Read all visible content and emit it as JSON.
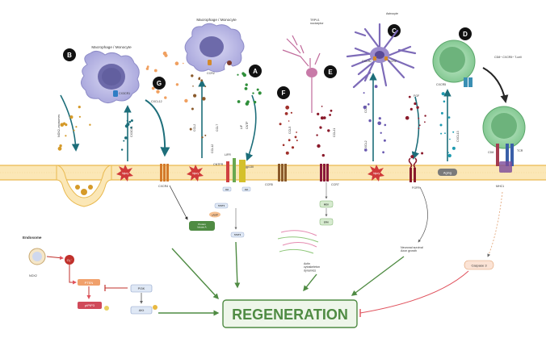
{
  "cells": {
    "macrophage_left": "Macrophage / Monocyte",
    "macrophage_top": "Macrophage / Monocyte",
    "trpv1": "TRPV1\nnociceptor",
    "astrocyte": "Astrocyte",
    "tcell": "CD8⁺ CXCR5⁺ T-cell"
  },
  "panels": [
    "B",
    "G",
    "A",
    "F",
    "E",
    "C",
    "D"
  ],
  "receptors": {
    "cx3cr1": "CX3CR1",
    "ccr2_top": "CCR2",
    "cxcr2": "CXCR2",
    "ccr2_astro": "CCR2",
    "cxcr5": "CXCR5",
    "cxcr4": "CXCR4",
    "cntfr": "CNTFR",
    "lifr": "LIFR",
    "gp130": "gp130",
    "ccr5": "CCR5",
    "ccr7": "CCR7",
    "fgfr": "FGFR",
    "cd8": "CD8",
    "tcr": "TCR",
    "mhc1": "MHC1"
  },
  "ligands": {
    "nox2_exosomes": "NOX2–exosomes",
    "cx3cl1": "CX3CL1",
    "cxcl12": "CXCL12",
    "ccl2": "CCL2",
    "ccl7": "CCL7",
    "ccl12": "CCL12",
    "lif": "LIF",
    "cntf": "CNTF",
    "ccl5": "CCL5",
    "ccl21": "CCL21",
    "ccl3": "CCL3",
    "cxcl2": "CXCL2",
    "fgf": "FGF",
    "cxcl13": "CXCL13"
  },
  "injury_label": "Injury",
  "aging_label": "Aging",
  "intracellular": {
    "endosome": "Endosome",
    "nox2": "NOX2",
    "o2": "O₂⁻",
    "pten": "PTEN",
    "ptpip3": "ptPIP3",
    "pi3k": "PI3K",
    "akt": "AKt",
    "camp": "cAMP",
    "protein_kinase": "Protein\nkinase A",
    "jak": "JAK",
    "stat3": "STAT3",
    "mek": "MEK",
    "erk": "ERK",
    "actin": "Actin\ncytoskeleton\ndynamics",
    "neuronal": "Neuronal survival\nAxon growth",
    "caspase3": "Caspase 3"
  },
  "regeneration": "REGENERATION",
  "colors": {
    "membrane": "#f0c76a",
    "macrophage": "#b8b6e6",
    "astrocyte": "#8f7fc0",
    "tcell": "#8fcf9e",
    "regeneration": "#4f8b43",
    "inhibit": "#e0515c",
    "arrow_teal": "#1d6e7a"
  }
}
